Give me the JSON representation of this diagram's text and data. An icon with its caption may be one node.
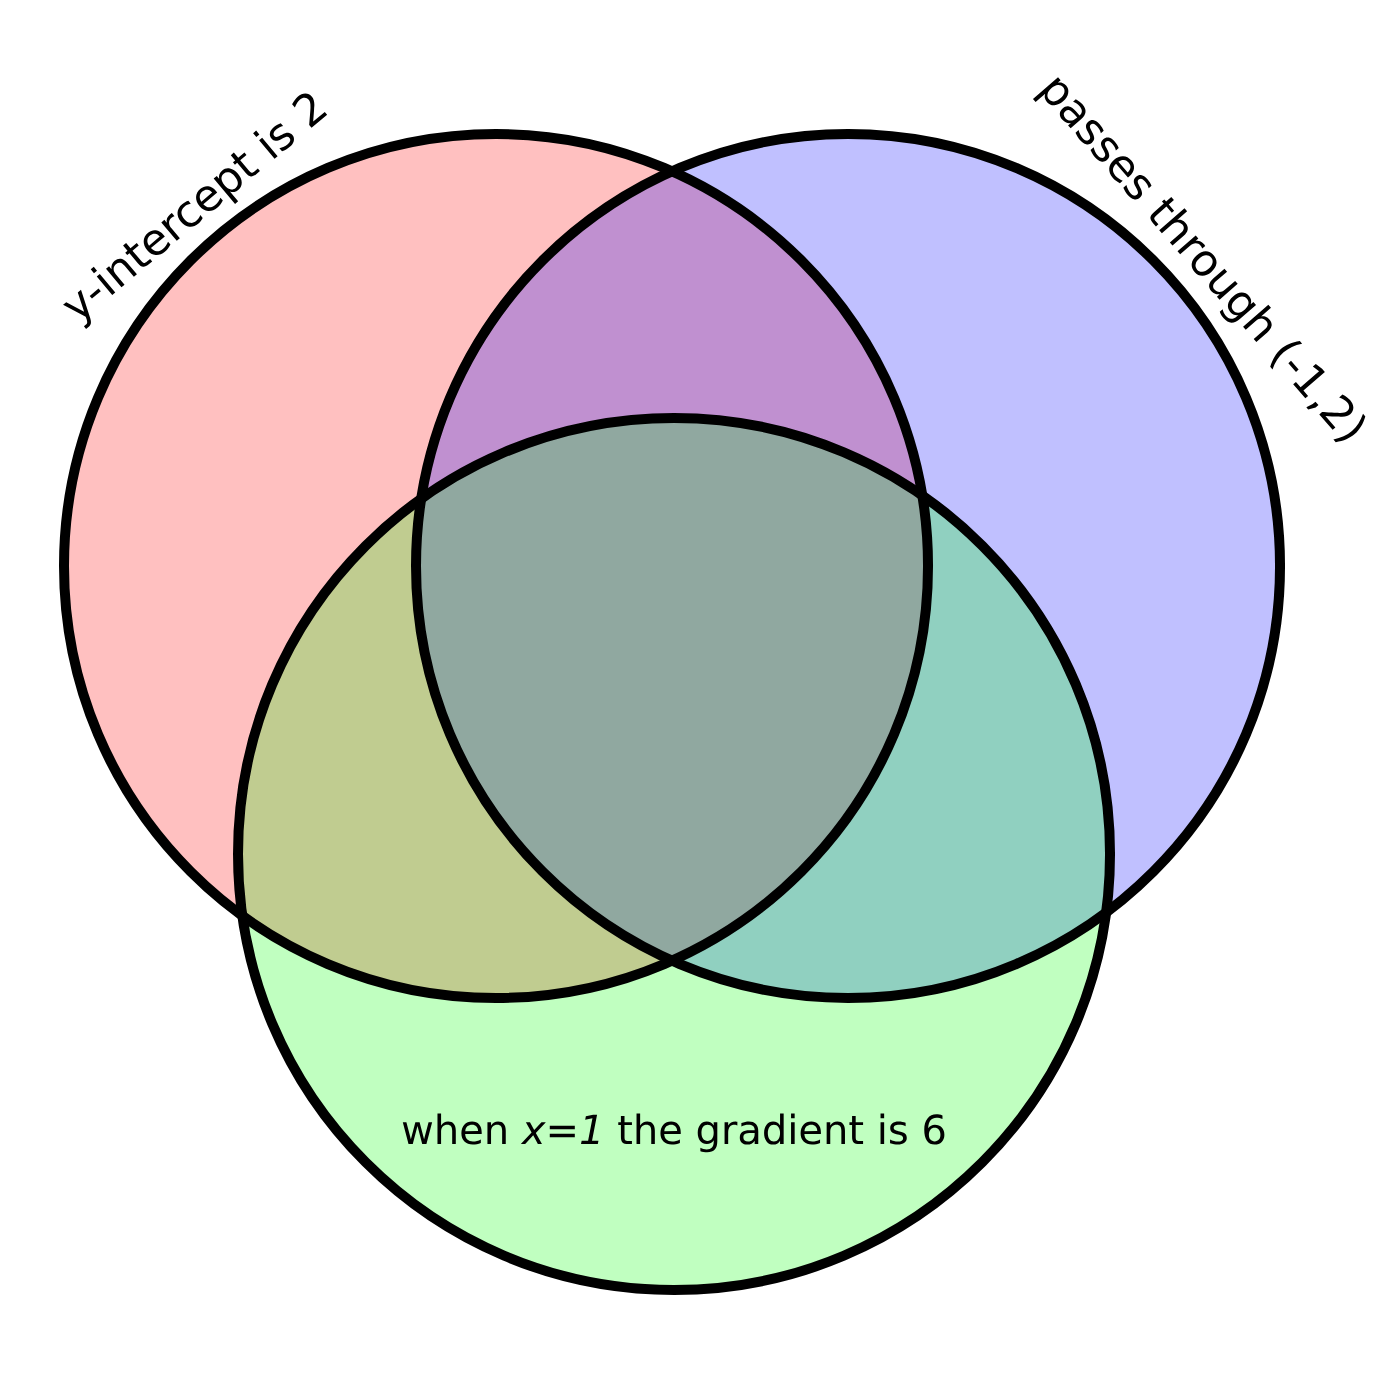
{
  "diagram": {
    "nodes": [
      {
        "text": [
          "y-intercept is 2"
        ]
      },
      {
        "text": [
          "passes through (-1,2)"
        ]
      },
      {
        "text": [
          "when *x=1* the gradient is 6"
        ]
      }
    ]
  }
}
